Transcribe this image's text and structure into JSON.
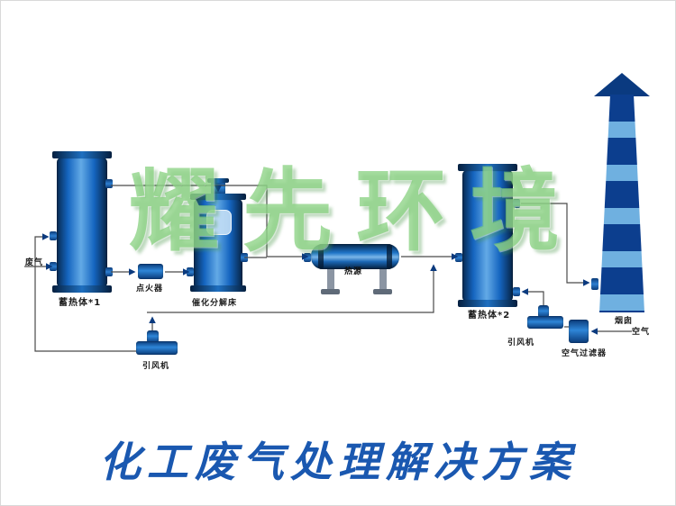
{
  "watermark": {
    "text": "耀先环境"
  },
  "title": {
    "text": "化工废气处理解决方案"
  },
  "equipment": {
    "waste_gas_label": "废气",
    "regenerator1_label": "蓄热体*1",
    "igniter_label": "点火器",
    "catalytic_bed_label": "催化分解床",
    "heat_source_label": "热源",
    "regenerator2_label": "蓄热体*2",
    "fan_left_label": "引风机",
    "fan_right_label": "引风机",
    "air_filter_label": "空气过滤器",
    "air_label": "空气",
    "chimney_label": "烟囱"
  },
  "colors": {
    "vessel_dark": "#07294f",
    "vessel_mid": "#1565c0",
    "vessel_light": "#63aae6",
    "chimney_dark": "#0c3e8e",
    "chimney_light": "#6fb0e0",
    "watermark_green": "#7bcb71",
    "title_blue": "#1a58b0",
    "line_gray": "#4a4a4a",
    "arrow_blue": "#0b3a7e"
  }
}
